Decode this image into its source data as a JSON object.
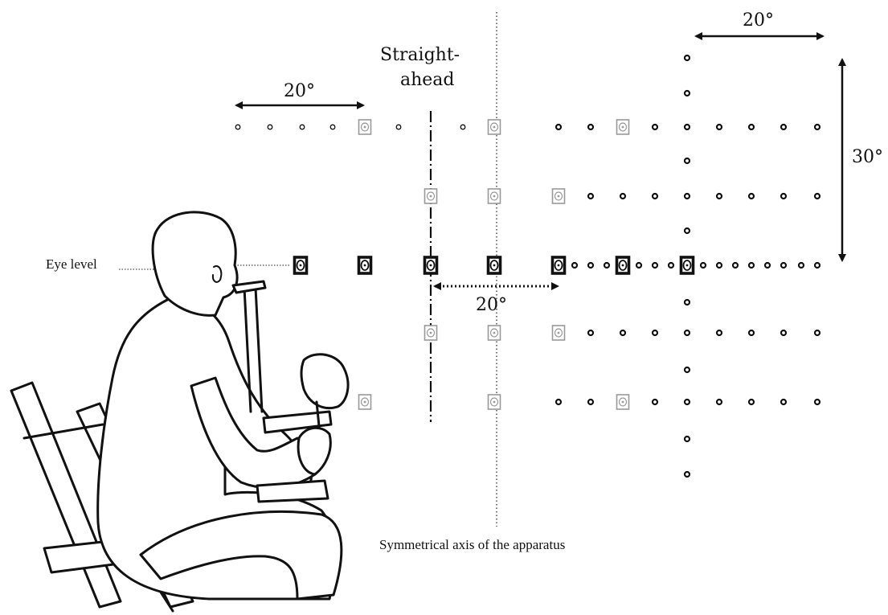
{
  "labels": {
    "straight_line1": "Straight-",
    "straight_line2": "ahead",
    "deg_left": "20°",
    "deg_top_right": "20°",
    "deg_right_vertical": "30°",
    "deg_center": "20°",
    "eye_level": "Eye level",
    "axis_caption": "Symmetrical axis of the apparatus"
  },
  "colors": {
    "ink": "#111111",
    "gray_marker": "#999999"
  }
}
